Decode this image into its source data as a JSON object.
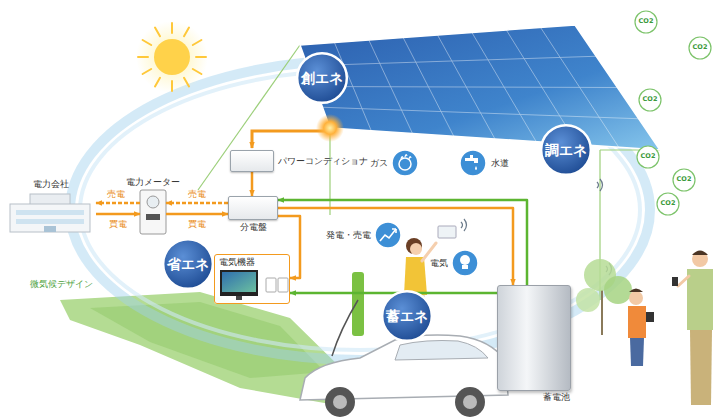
{
  "diagram": {
    "nodes": [
      {
        "text": [
          "創エネ"
        ]
      },
      {
        "text": [
          "パワーコンディショナ"
        ]
      },
      {
        "text": [
          "調エネ"
        ]
      },
      {
        "text": [
          "電力会社"
        ]
      },
      {
        "text": [
          "電力メーター"
        ]
      },
      {
        "text": [
          "分電盤"
        ]
      },
      {
        "text": [
          "ガス"
        ]
      },
      {
        "text": [
          "水道"
        ]
      },
      {
        "text": [
          "発電・売電"
        ]
      },
      {
        "text": [
          "電気"
        ]
      },
      {
        "text": [
          "省エネ"
        ]
      },
      {
        "text": [
          "電気機器"
        ]
      },
      {
        "text": [
          "蓄エネ"
        ]
      },
      {
        "text": [
          "蓄電池"
        ]
      }
    ],
    "edges": [
      {
        "from": 1,
        "to": 5,
        "arrow": "to"
      },
      {
        "from": 5,
        "to": 4,
        "label": "売電",
        "arrow": "to"
      },
      {
        "from": 4,
        "to": 5,
        "label": "買電",
        "arrow": "to"
      },
      {
        "from": 4,
        "to": 3,
        "label": "売電",
        "arrow": "to"
      },
      {
        "from": 3,
        "to": 4,
        "label": "買電",
        "arrow": "to"
      },
      {
        "from": 5,
        "to": 11,
        "arrow": "to"
      },
      {
        "from": 13,
        "to": 5,
        "arrow": "to"
      },
      {
        "from": 5,
        "to": 13,
        "arrow": "to"
      },
      {
        "from": 13,
        "to": 11,
        "arrow": "to"
      }
    ],
    "labels": [
      "微気候デザイン",
      "CO2",
      "CO2",
      "CO2",
      "CO2",
      "CO2",
      "CO2"
    ]
  }
}
